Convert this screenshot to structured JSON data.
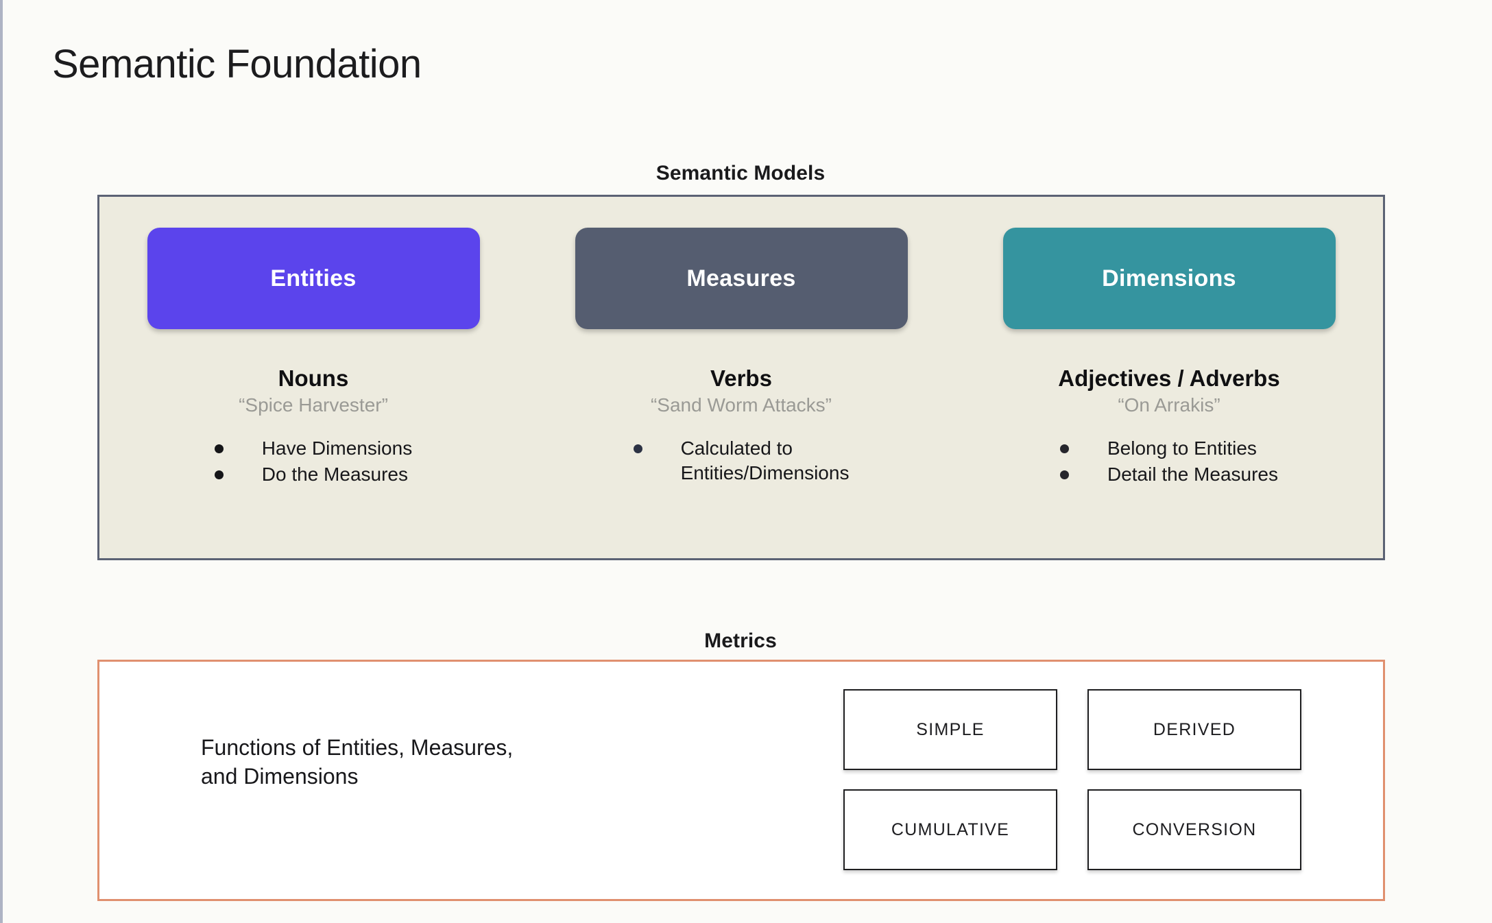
{
  "slide": {
    "title": "Semantic Foundation"
  },
  "semantic_models": {
    "caption": "Semantic Models",
    "panel_bg": "#edebdf",
    "panel_border": "#5b6274",
    "columns": [
      {
        "chip_label": "Entities",
        "chip_color": "#5b44ec",
        "pos_title": "Nouns",
        "pos_example": "“Spice Harvester”",
        "bullets": [
          "Have Dimensions",
          "Do the Measures"
        ]
      },
      {
        "chip_label": "Measures",
        "chip_color": "#555d70",
        "pos_title": "Verbs",
        "pos_example": "“Sand Worm Attacks”",
        "bullets": [
          "Calculated to\nEntities/Dimensions"
        ]
      },
      {
        "chip_label": "Dimensions",
        "chip_color": "#35949f",
        "pos_title": "Adjectives / Adverbs",
        "pos_example": "“On Arrakis”",
        "bullets": [
          "Belong to Entities",
          "Detail the Measures"
        ]
      }
    ]
  },
  "metrics": {
    "caption": "Metrics",
    "panel_border": "#e0906f",
    "description": "Functions of Entities, Measures,\nand Dimensions",
    "types": [
      "SIMPLE",
      "DERIVED",
      "CUMULATIVE",
      "CONVERSION"
    ]
  }
}
